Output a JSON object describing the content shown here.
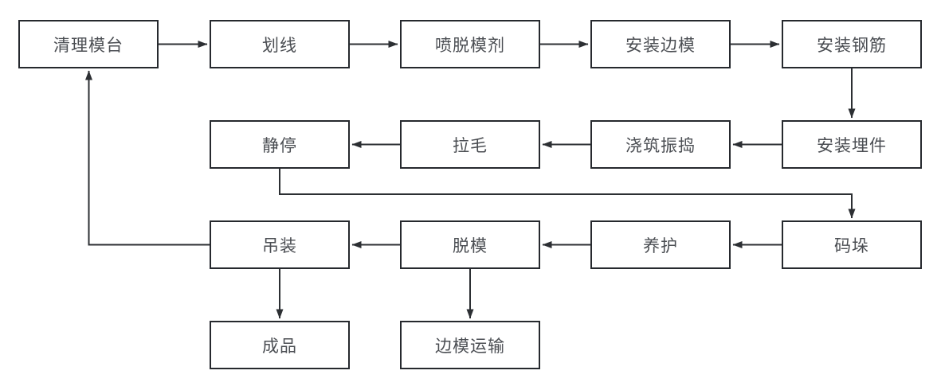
{
  "diagram": {
    "type": "flowchart",
    "background_color": "#ffffff",
    "node_fill_color": "#ffffff",
    "node_border_color": "#26292e",
    "node_text_color": "#4b4e53",
    "connector_color": "#2c2f33",
    "nodes": [
      {
        "id": "clean-mold-table",
        "label": "清理模台"
      },
      {
        "id": "scribe-lines",
        "label": "划线"
      },
      {
        "id": "spray-release-agent",
        "label": "喷脱模剂"
      },
      {
        "id": "install-side-forms",
        "label": "安装边模"
      },
      {
        "id": "install-rebar",
        "label": "安装钢筋"
      },
      {
        "id": "rest-curing",
        "label": "静停"
      },
      {
        "id": "roughen-surface",
        "label": "拉毛"
      },
      {
        "id": "pour-and-vibrate",
        "label": "浇筑振捣"
      },
      {
        "id": "install-embeds",
        "label": "安装埋件"
      },
      {
        "id": "hoisting",
        "label": "吊装"
      },
      {
        "id": "demolding",
        "label": "脱模"
      },
      {
        "id": "curing",
        "label": "养护"
      },
      {
        "id": "stacking",
        "label": "码垛"
      },
      {
        "id": "finished-product",
        "label": "成品"
      },
      {
        "id": "side-form-transport",
        "label": "边模运输"
      }
    ],
    "edges": [
      {
        "from": "clean-mold-table",
        "to": "scribe-lines"
      },
      {
        "from": "scribe-lines",
        "to": "spray-release-agent"
      },
      {
        "from": "spray-release-agent",
        "to": "install-side-forms"
      },
      {
        "from": "install-side-forms",
        "to": "install-rebar"
      },
      {
        "from": "install-rebar",
        "to": "install-embeds"
      },
      {
        "from": "install-embeds",
        "to": "pour-and-vibrate"
      },
      {
        "from": "pour-and-vibrate",
        "to": "roughen-surface"
      },
      {
        "from": "roughen-surface",
        "to": "rest-curing"
      },
      {
        "from": "rest-curing",
        "to": "stacking"
      },
      {
        "from": "stacking",
        "to": "curing"
      },
      {
        "from": "curing",
        "to": "demolding"
      },
      {
        "from": "demolding",
        "to": "hoisting"
      },
      {
        "from": "hoisting",
        "to": "clean-mold-table"
      },
      {
        "from": "hoisting",
        "to": "finished-product"
      },
      {
        "from": "demolding",
        "to": "side-form-transport"
      }
    ]
  }
}
